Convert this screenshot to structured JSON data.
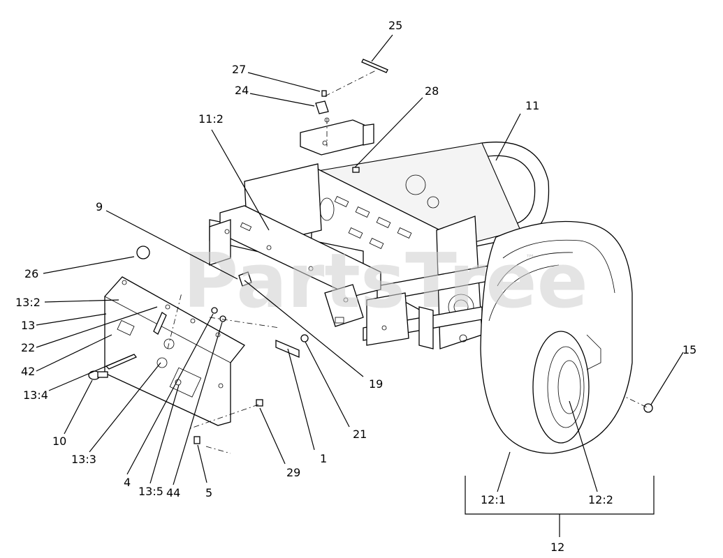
{
  "watermark": {
    "text": "PartsTree",
    "trademark": "™"
  },
  "callouts": [
    {
      "id": "c25",
      "text": "25"
    },
    {
      "id": "c27",
      "text": "27"
    },
    {
      "id": "c24",
      "text": "24"
    },
    {
      "id": "c28",
      "text": "28"
    },
    {
      "id": "c11",
      "text": "11"
    },
    {
      "id": "c11-2",
      "text": "11:2"
    },
    {
      "id": "c9",
      "text": "9"
    },
    {
      "id": "c26",
      "text": "26"
    },
    {
      "id": "c13-2",
      "text": "13:2"
    },
    {
      "id": "c13",
      "text": "13"
    },
    {
      "id": "c22",
      "text": "22"
    },
    {
      "id": "c42",
      "text": "42"
    },
    {
      "id": "c13-4",
      "text": "13:4"
    },
    {
      "id": "c10",
      "text": "10"
    },
    {
      "id": "c13-3",
      "text": "13:3"
    },
    {
      "id": "c4",
      "text": "4"
    },
    {
      "id": "c13-5",
      "text": "13:5"
    },
    {
      "id": "c44",
      "text": "44"
    },
    {
      "id": "c5",
      "text": "5"
    },
    {
      "id": "c29",
      "text": "29"
    },
    {
      "id": "c1",
      "text": "1"
    },
    {
      "id": "c21",
      "text": "21"
    },
    {
      "id": "c19",
      "text": "19"
    },
    {
      "id": "c15",
      "text": "15"
    },
    {
      "id": "c12-1",
      "text": "12:1"
    },
    {
      "id": "c12-2",
      "text": "12:2"
    },
    {
      "id": "c12",
      "text": "12"
    }
  ]
}
